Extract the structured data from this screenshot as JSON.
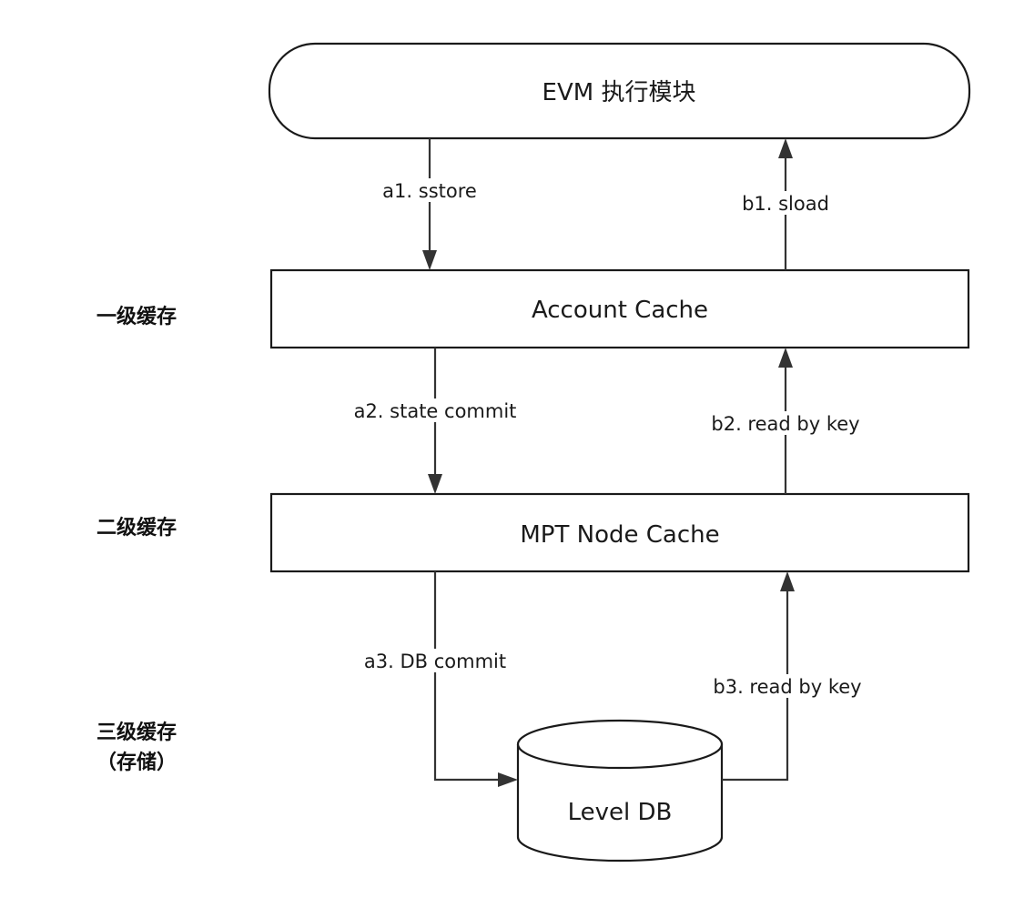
{
  "levels": {
    "l1": "一级缓存",
    "l2": "二级缓存",
    "l3_line1": "三级缓存",
    "l3_line2": "（存储）"
  },
  "nodes": {
    "evm": "EVM 执行模块",
    "account_cache": "Account Cache",
    "mpt_node_cache": "MPT Node Cache",
    "level_db": "Level DB"
  },
  "edges": {
    "a1": "a1. sstore",
    "a2": "a2. state commit",
    "a3": "a3. DB commit",
    "b1": "b1. sload",
    "b2": "b2. read by key",
    "b3": "b3. read by key"
  },
  "colors": {
    "stroke": "#1a1a1a",
    "arrow": "#333333",
    "background": "#ffffff"
  }
}
